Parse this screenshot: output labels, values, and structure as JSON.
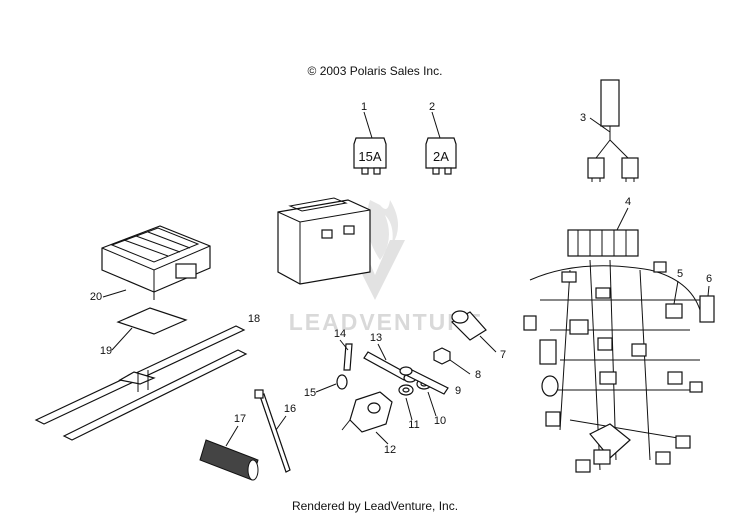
{
  "header": {
    "copyright": "© 2003 Polaris Sales Inc."
  },
  "footer": {
    "rendered_by": "Rendered by LeadVenture, Inc."
  },
  "watermark": {
    "text": "LEADVENTURE"
  },
  "fuses": [
    {
      "callout": "1",
      "label": "15A"
    },
    {
      "callout": "2",
      "label": "2A"
    }
  ],
  "callouts": {
    "c3": "3",
    "c4": "4",
    "c5": "5",
    "c6": "6",
    "c7": "7",
    "c8": "8",
    "c9": "9",
    "c10": "10",
    "c11": "11",
    "c12": "12",
    "c13": "13",
    "c14": "14",
    "c15": "15",
    "c16": "16",
    "c17": "17",
    "c18": "18",
    "c19": "19",
    "c20": "20"
  }
}
